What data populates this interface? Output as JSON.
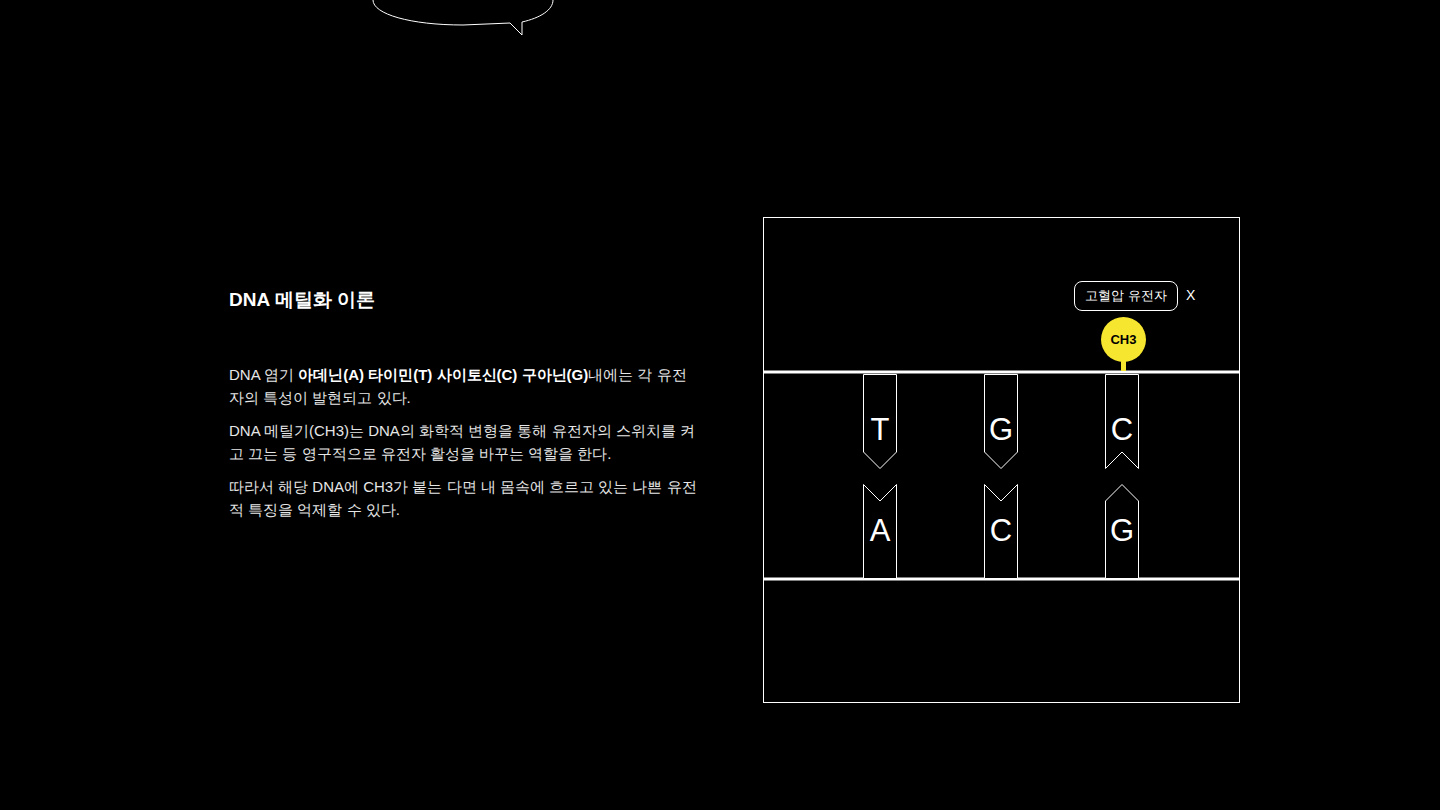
{
  "diagram": {
    "title": "DNA 메틸화 이론",
    "nodes": [
      {
        "text": [
          "고혈압 유전자"
        ]
      },
      {
        "text": [
          "CH3"
        ]
      },
      {
        "text": [
          "T"
        ]
      },
      {
        "text": [
          "G"
        ]
      },
      {
        "text": [
          "C"
        ]
      },
      {
        "text": [
          "A"
        ]
      },
      {
        "text": [
          "C"
        ]
      },
      {
        "text": [
          "G"
        ]
      }
    ],
    "labels": [
      "DNA 염기",
      "아데닌(A) 타이민(T) 사이토신(C) 구아닌(G)",
      "내에는 각 유전자의 특성이 발현되고 있다.",
      "DNA 메틸기(CH3)는 DNA의 화학적 변형을 통해 유전자의 스위치를 켜고 끄는 등 영구적으로 유전자 활성을 바꾸는 역할을 한다.",
      "따라서 해당 DNA에 CH3가 붙는 다면 내 몸속에 흐르고 있는 나쁜 유전적 특징을 억제할 수 있다.",
      "X"
    ]
  }
}
